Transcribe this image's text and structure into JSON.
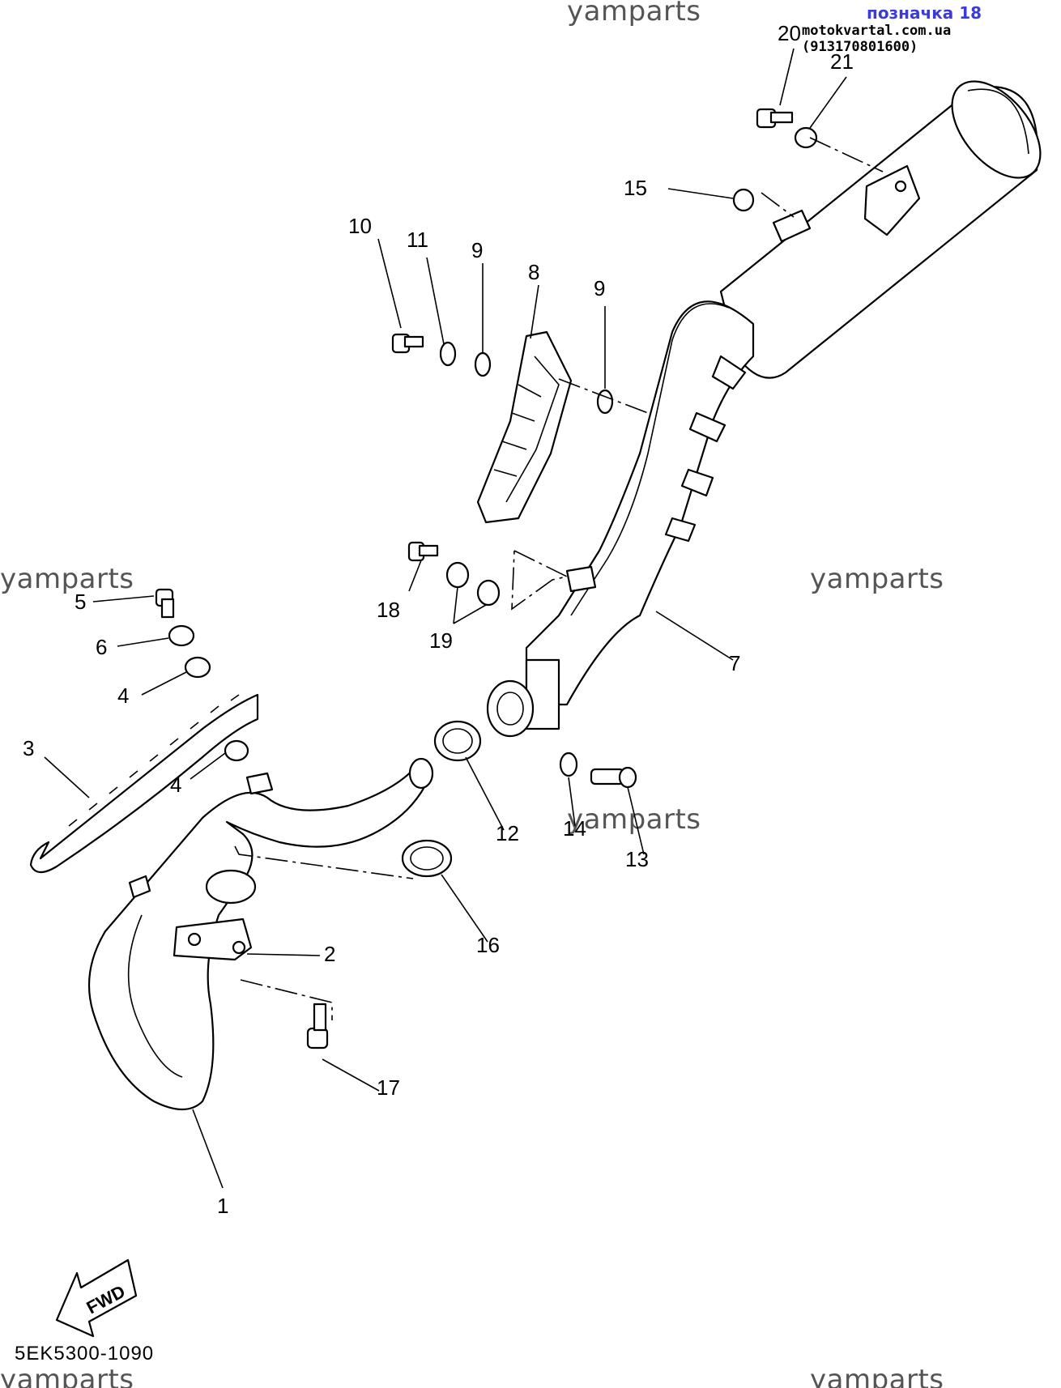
{
  "header": {
    "label": "позначка 18",
    "label_color": "#3b3bd6",
    "site": "motokvartal.com.ua (913170801600)"
  },
  "watermark": "yamparts",
  "part_code": "5EK5300-1090",
  "fwd_arrow_label": "FWD",
  "callouts": [
    "1",
    "2",
    "3",
    "4",
    "4",
    "5",
    "6",
    "7",
    "8",
    "9",
    "9",
    "10",
    "11",
    "12",
    "13",
    "14",
    "15",
    "16",
    "17",
    "18",
    "19",
    "20",
    "21"
  ]
}
